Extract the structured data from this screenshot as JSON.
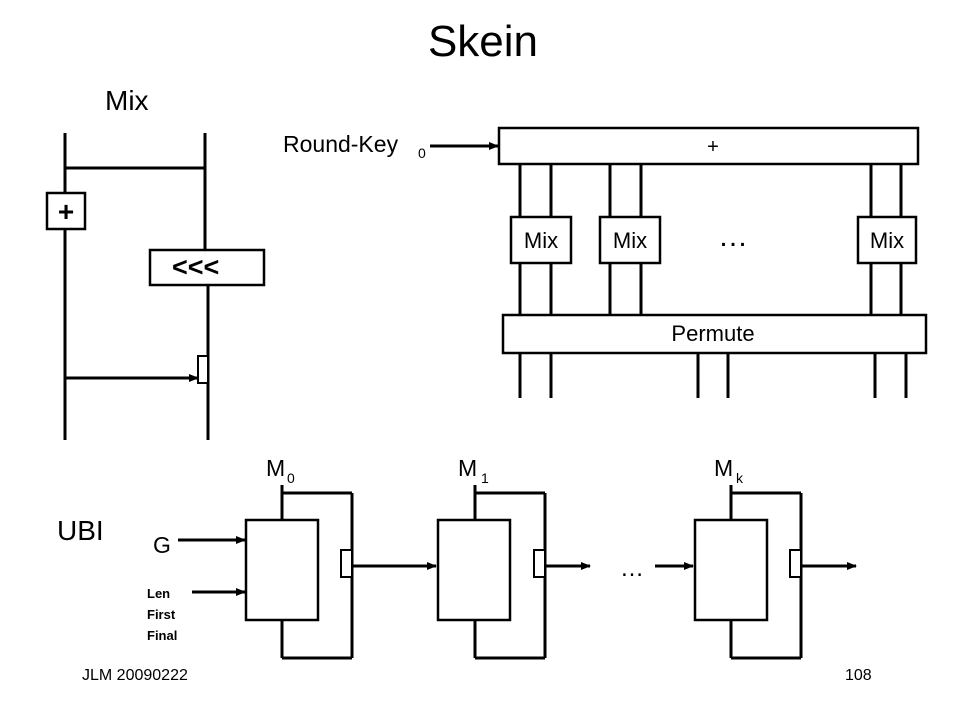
{
  "title": "Skein",
  "mix": {
    "label": "Mix",
    "add_symbol": "+",
    "rotate_symbol": "<<<"
  },
  "round": {
    "key_label": "Round-Key",
    "key_subscript": "0",
    "add_symbol": "+",
    "mix_labels": [
      "Mix",
      "Mix",
      "Mix"
    ],
    "ellipsis": "…",
    "permute_label": "Permute"
  },
  "ubi": {
    "label": "UBI",
    "g_label": "G",
    "tweak_lines": [
      "Len",
      "First",
      "Final"
    ],
    "messages": [
      {
        "base": "M",
        "sub": "0"
      },
      {
        "base": "M",
        "sub": "1"
      },
      {
        "base": "M",
        "sub": "k"
      }
    ],
    "ellipsis": "…"
  },
  "footer": {
    "left": "JLM 20090222",
    "right": "108"
  }
}
